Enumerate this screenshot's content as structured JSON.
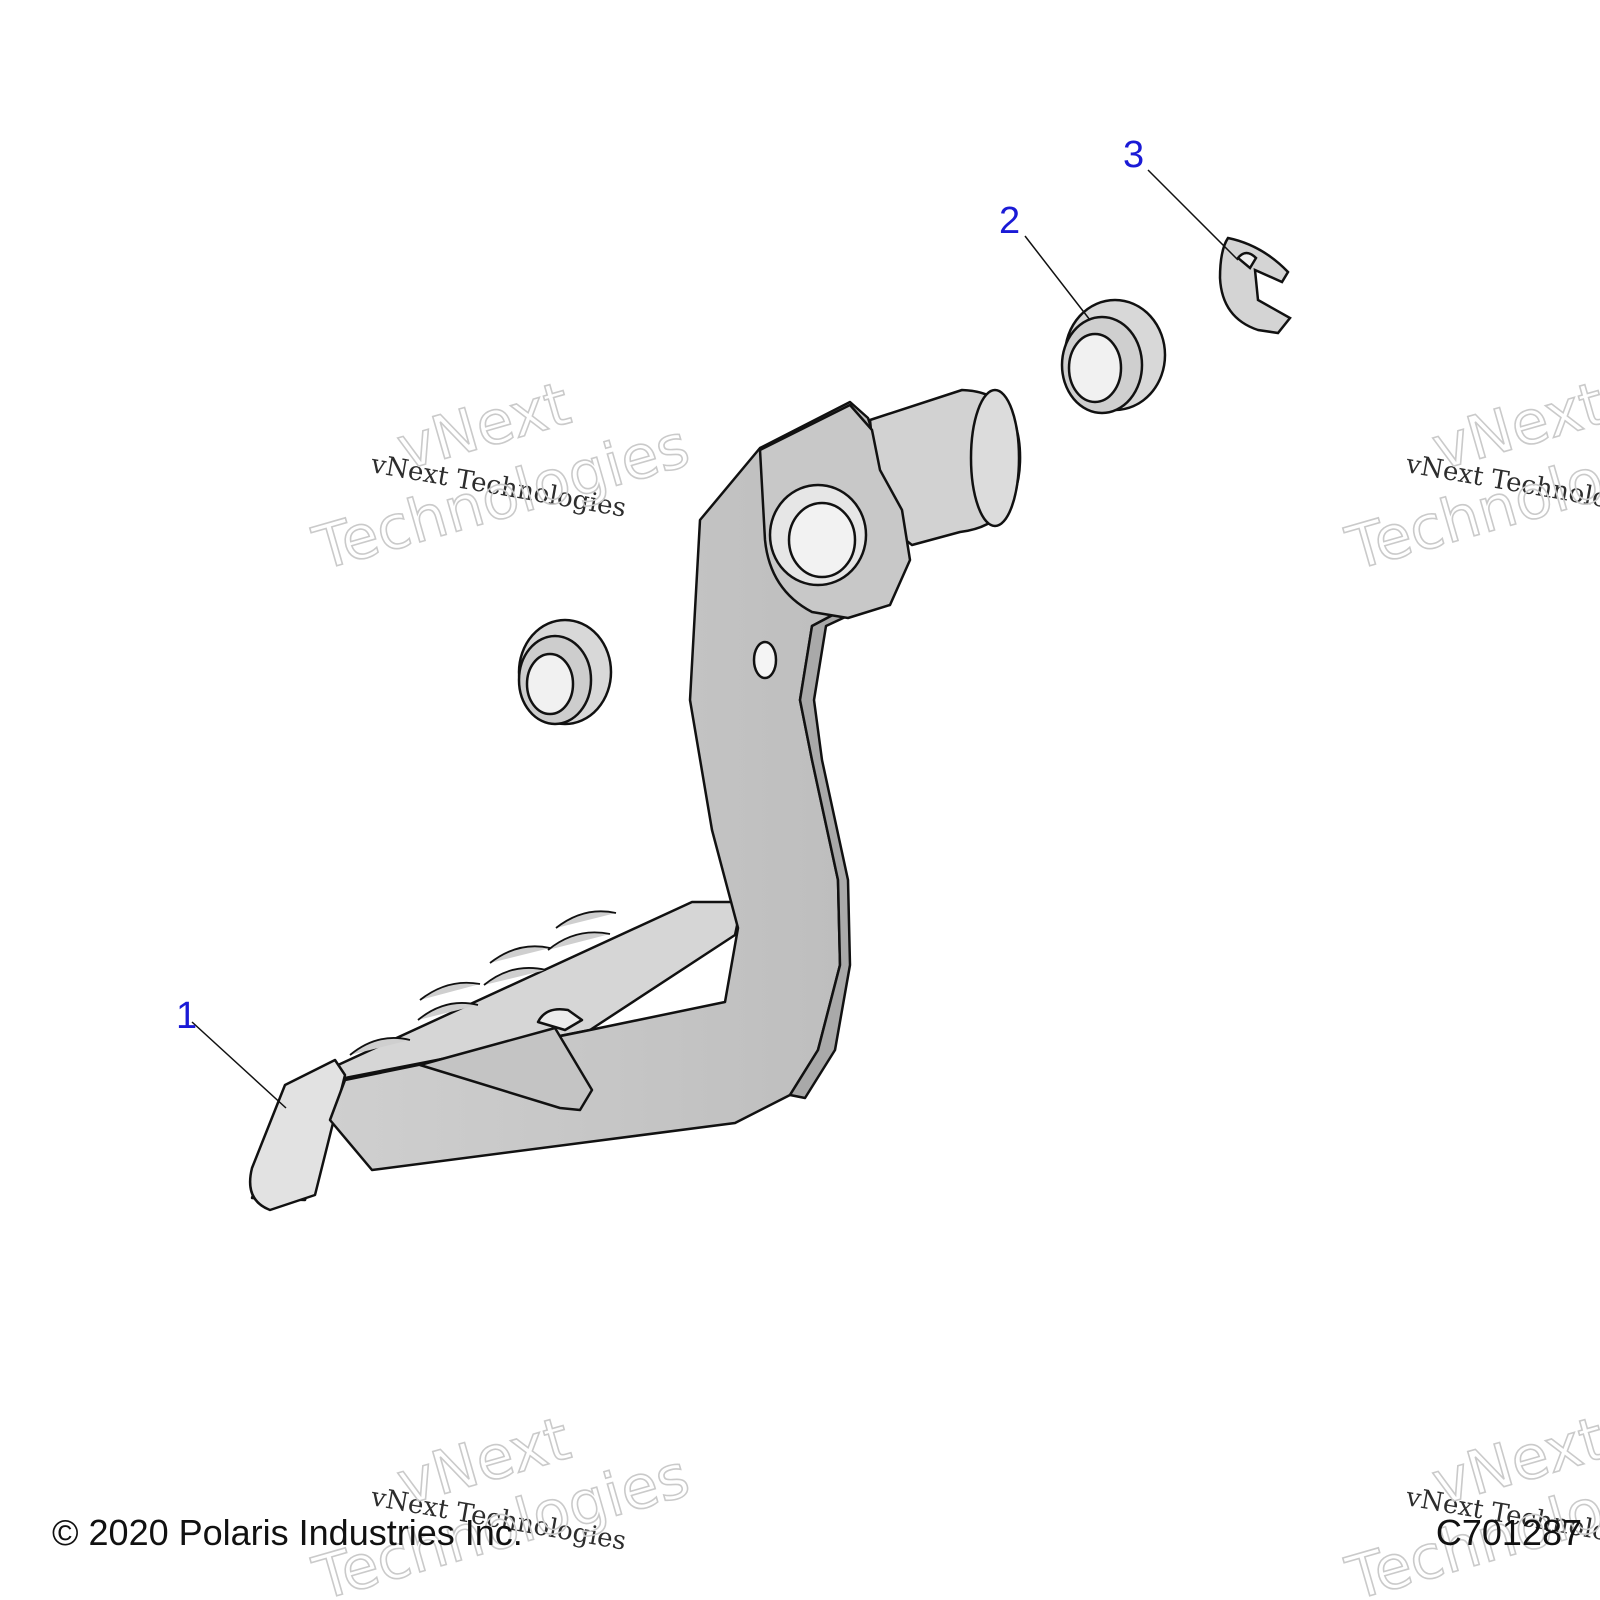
{
  "callouts": [
    {
      "label": "1",
      "part": "brake pedal"
    },
    {
      "label": "2",
      "part": "bushing"
    },
    {
      "label": "3",
      "part": "e-clip"
    }
  ],
  "watermark": {
    "line_small": "vNext Technologies",
    "line_big_1": "vNext",
    "line_big_2": "Technologies"
  },
  "footer": {
    "copyright": "© 2020 Polaris Industries Inc.",
    "diagram_id": "C701287"
  }
}
